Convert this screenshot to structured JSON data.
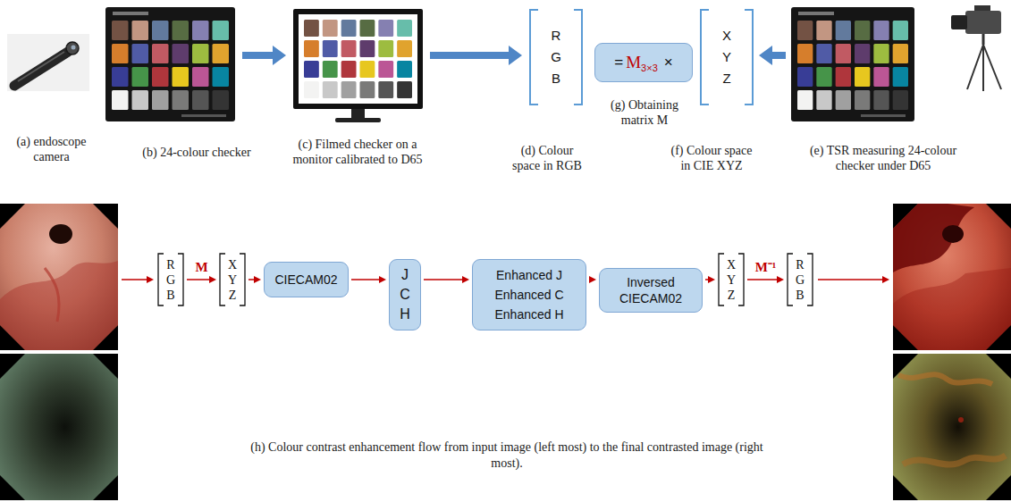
{
  "diagram": {
    "caption": "(h) Colour contrast enhancement flow from input image (left most) to the final contrasted image (right most).",
    "nodes": [
      {
        "text": [
          "(a) endoscope camera"
        ]
      },
      {
        "text": [
          "(b) 24-colour checker"
        ]
      },
      {
        "text": [
          "(c) Filmed checker on a monitor calibrated to D65"
        ]
      },
      {
        "text": [
          "R G B",
          "(d) Colour space in RGB"
        ]
      },
      {
        "text": [
          "=",
          "M",
          "3×3",
          "×",
          "(g) Obtaining matrix M"
        ]
      },
      {
        "text": [
          "X Y Z",
          "(f) Colour space in CIE XYZ"
        ]
      },
      {
        "text": [
          "(e) TSR measuring 24-colour checker under D65"
        ]
      },
      {
        "text": [
          "R G B"
        ]
      },
      {
        "text": [
          "X Y Z"
        ]
      },
      {
        "text": [
          "CIECAM02"
        ]
      },
      {
        "text": [
          "J C H"
        ]
      },
      {
        "text": [
          "Enhanced J",
          "Enhanced C",
          "Enhanced H"
        ]
      },
      {
        "text": [
          "Inversed CIECAM02"
        ]
      },
      {
        "text": [
          "X Y Z"
        ]
      },
      {
        "text": [
          "R G B"
        ]
      }
    ],
    "edges": [
      {
        "from": 1,
        "to": 2,
        "arrow": "to"
      },
      {
        "from": 2,
        "to": 3,
        "arrow": "to"
      },
      {
        "from": 6,
        "to": 5,
        "arrow": "to"
      },
      {
        "from": 7,
        "to": 8,
        "label": "M",
        "arrow": "to"
      },
      {
        "from": 8,
        "to": 9,
        "arrow": "to"
      },
      {
        "from": 9,
        "to": 10,
        "arrow": "to"
      },
      {
        "from": 10,
        "to": 11,
        "arrow": "to"
      },
      {
        "from": 11,
        "to": 12,
        "arrow": "to"
      },
      {
        "from": 12,
        "to": 13,
        "arrow": "to"
      },
      {
        "from": 13,
        "to": 14,
        "label": "M⁻¹",
        "arrow": "to"
      }
    ]
  }
}
